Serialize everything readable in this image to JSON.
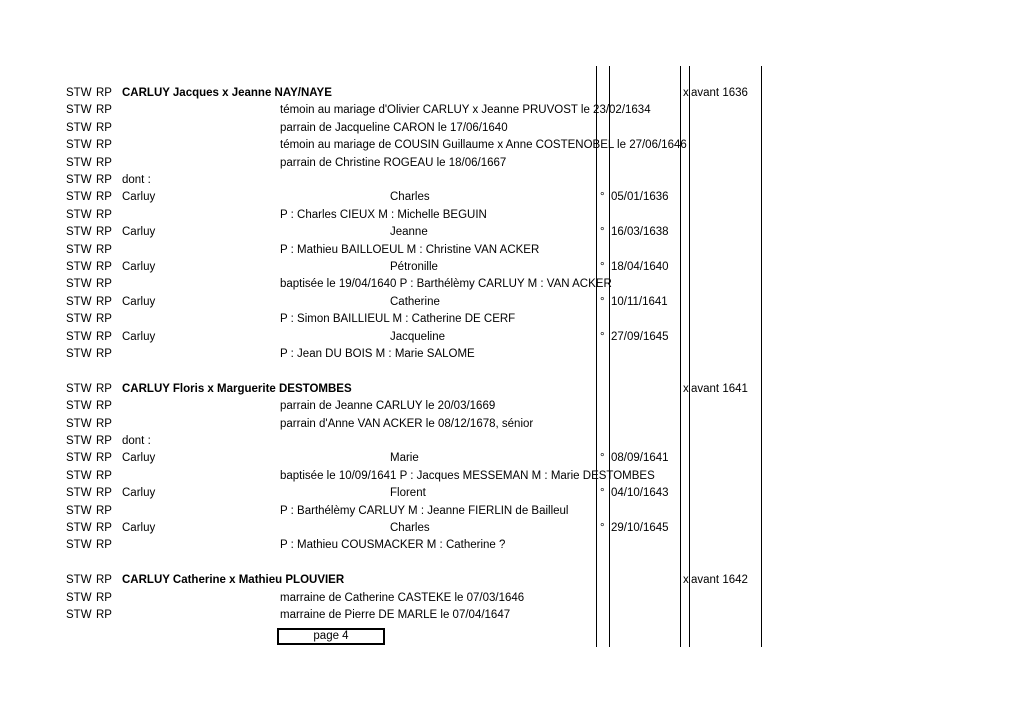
{
  "entries": [
    {
      "source": "STW",
      "type": "RP",
      "name": "CARLUY Jacques x Jeanne NAY/NAYE",
      "bold": true,
      "xmark": "x",
      "xdate": "avant 1636"
    },
    {
      "source": "STW",
      "type": "RP",
      "detail": "témoin au  mariage d'Olivier CARLUY x Jeanne PRUVOST le 23/02/1634"
    },
    {
      "source": "STW",
      "type": "RP",
      "detail": "parrain de Jacqueline CARON le 17/06/1640"
    },
    {
      "source": "STW",
      "type": "RP",
      "detail": "témoin au mariage de COUSIN Guillaume x Anne COSTENOBEL le 27/06/1646"
    },
    {
      "source": "STW",
      "type": "RP",
      "detail": "parrain de Christine ROGEAU le 18/06/1667"
    },
    {
      "source": "STW",
      "type": "RP",
      "name": "dont :"
    },
    {
      "source": "STW",
      "type": "RP",
      "name": "Carluy",
      "given": "Charles",
      "mark": "°",
      "date": "05/01/1636"
    },
    {
      "source": "STW",
      "type": "RP",
      "detail": "P : Charles CIEUX M : Michelle BEGUIN"
    },
    {
      "source": "STW",
      "type": "RP",
      "name": "Carluy",
      "given": "Jeanne",
      "mark": "°",
      "date": "16/03/1638"
    },
    {
      "source": "STW",
      "type": "RP",
      "detail": "P : Mathieu BAILLOEUL M : Christine VAN ACKER"
    },
    {
      "source": "STW",
      "type": "RP",
      "name": "Carluy",
      "given": "Pétronille",
      "mark": "°",
      "date": "18/04/1640"
    },
    {
      "source": "STW",
      "type": "RP",
      "detail": "baptisée le 19/04/1640 P : Barthélèmy CARLUY M : VAN ACKER"
    },
    {
      "source": "STW",
      "type": "RP",
      "name": "Carluy",
      "given": "Catherine",
      "mark": "°",
      "date": "10/11/1641"
    },
    {
      "source": "STW",
      "type": "RP",
      "detail": "P : Simon BAILLIEUL M : Catherine DE CERF"
    },
    {
      "source": "STW",
      "type": "RP",
      "name": "Carluy",
      "given": "Jacqueline",
      "mark": "°",
      "date": "27/09/1645"
    },
    {
      "source": "STW",
      "type": "RP",
      "detail": "P : Jean DU BOIS M : Marie SALOME"
    },
    {
      "blank": true
    },
    {
      "source": "STW",
      "type": "RP",
      "name": "CARLUY Floris x Marguerite DESTOMBES",
      "bold": true,
      "xmark": "x",
      "xdate": "avant 1641"
    },
    {
      "source": "STW",
      "type": "RP",
      "detail": "parrain de Jeanne CARLUY le 20/03/1669"
    },
    {
      "source": "STW",
      "type": "RP",
      "detail": "parrain d'Anne VAN ACKER le 08/12/1678, sénior"
    },
    {
      "source": "STW",
      "type": "RP",
      "name": "dont :"
    },
    {
      "source": "STW",
      "type": "RP",
      "name": "Carluy",
      "given": "Marie",
      "mark": "°",
      "date": "08/09/1641"
    },
    {
      "source": "STW",
      "type": "RP",
      "detail": "baptisée le 10/09/1641 P : Jacques MESSEMAN M : Marie DESTOMBES"
    },
    {
      "source": "STW",
      "type": "RP",
      "name": "Carluy",
      "given": "Florent",
      "mark": "°",
      "date": "04/10/1643"
    },
    {
      "source": "STW",
      "type": "RP",
      "detail": "P : Barthélèmy CARLUY M : Jeanne FIERLIN de Bailleul"
    },
    {
      "source": "STW",
      "type": "RP",
      "name": "Carluy",
      "given": "Charles",
      "mark": "°",
      "date": "29/10/1645"
    },
    {
      "source": "STW",
      "type": "RP",
      "detail": "P : Mathieu COUSMACKER M : Catherine ?"
    },
    {
      "blank": true
    },
    {
      "source": "STW",
      "type": "RP",
      "name": "CARLUY Catherine x Mathieu PLOUVIER",
      "bold": true,
      "xmark": "x",
      "xdate": "avant 1642"
    },
    {
      "source": "STW",
      "type": "RP",
      "detail": "marraine de Catherine CASTEKE le 07/03/1646"
    },
    {
      "source": "STW",
      "type": "RP",
      "detail": "marraine de Pierre DE MARLE le 07/04/1647"
    }
  ],
  "footer": {
    "page_label": "page 4"
  }
}
